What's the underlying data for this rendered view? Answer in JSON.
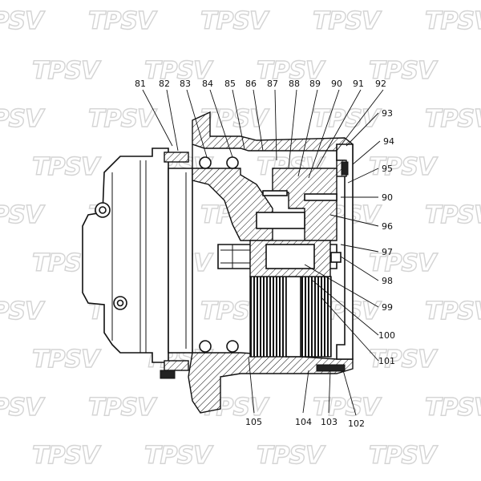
{
  "watermark": {
    "text": "TPSV"
  },
  "callouts": {
    "top": [
      "81",
      "82",
      "83",
      "84",
      "85",
      "86",
      "87",
      "88",
      "89",
      "90",
      "91",
      "92"
    ],
    "right": [
      "93",
      "94",
      "95",
      "90",
      "96",
      "97",
      "98",
      "99",
      "100",
      "101"
    ],
    "bottom": [
      "105",
      "104",
      "103",
      "102"
    ]
  }
}
